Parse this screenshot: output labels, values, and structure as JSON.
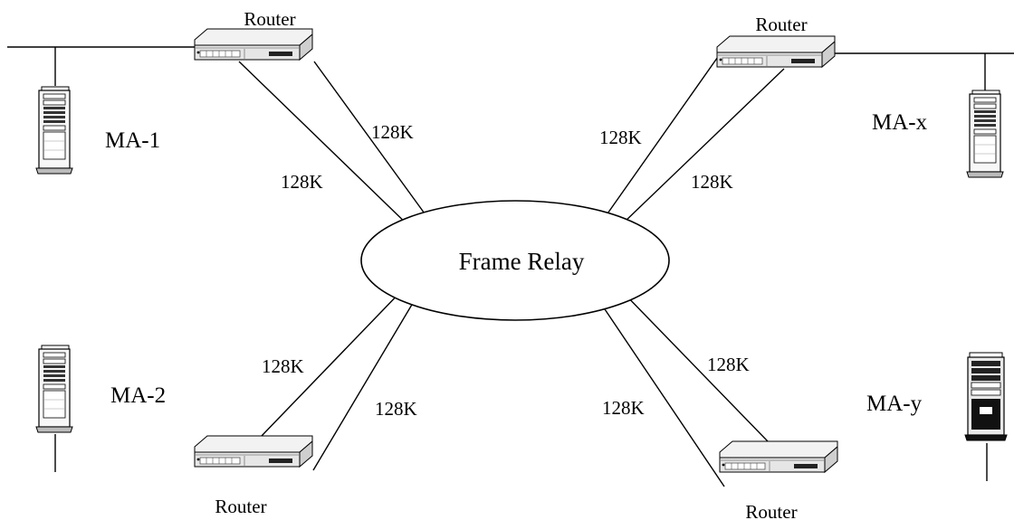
{
  "cloud": {
    "label": "Frame Relay"
  },
  "routers": {
    "top_left": "Router",
    "top_right": "Router",
    "bottom_left": "Router",
    "bottom_right": "Router"
  },
  "sites": {
    "top_left": "MA-1",
    "top_right": "MA-x",
    "bottom_left": "MA-2",
    "bottom_right": "MA-y"
  },
  "links": {
    "tl_inner": "128K",
    "tl_outer": "128K",
    "tr_inner": "128K",
    "tr_outer": "128K",
    "bl_inner": "128K",
    "bl_outer": "128K",
    "br_inner": "128K",
    "br_outer": "128K"
  },
  "icons": {
    "router": "router-icon",
    "server": "server-tower-icon"
  }
}
